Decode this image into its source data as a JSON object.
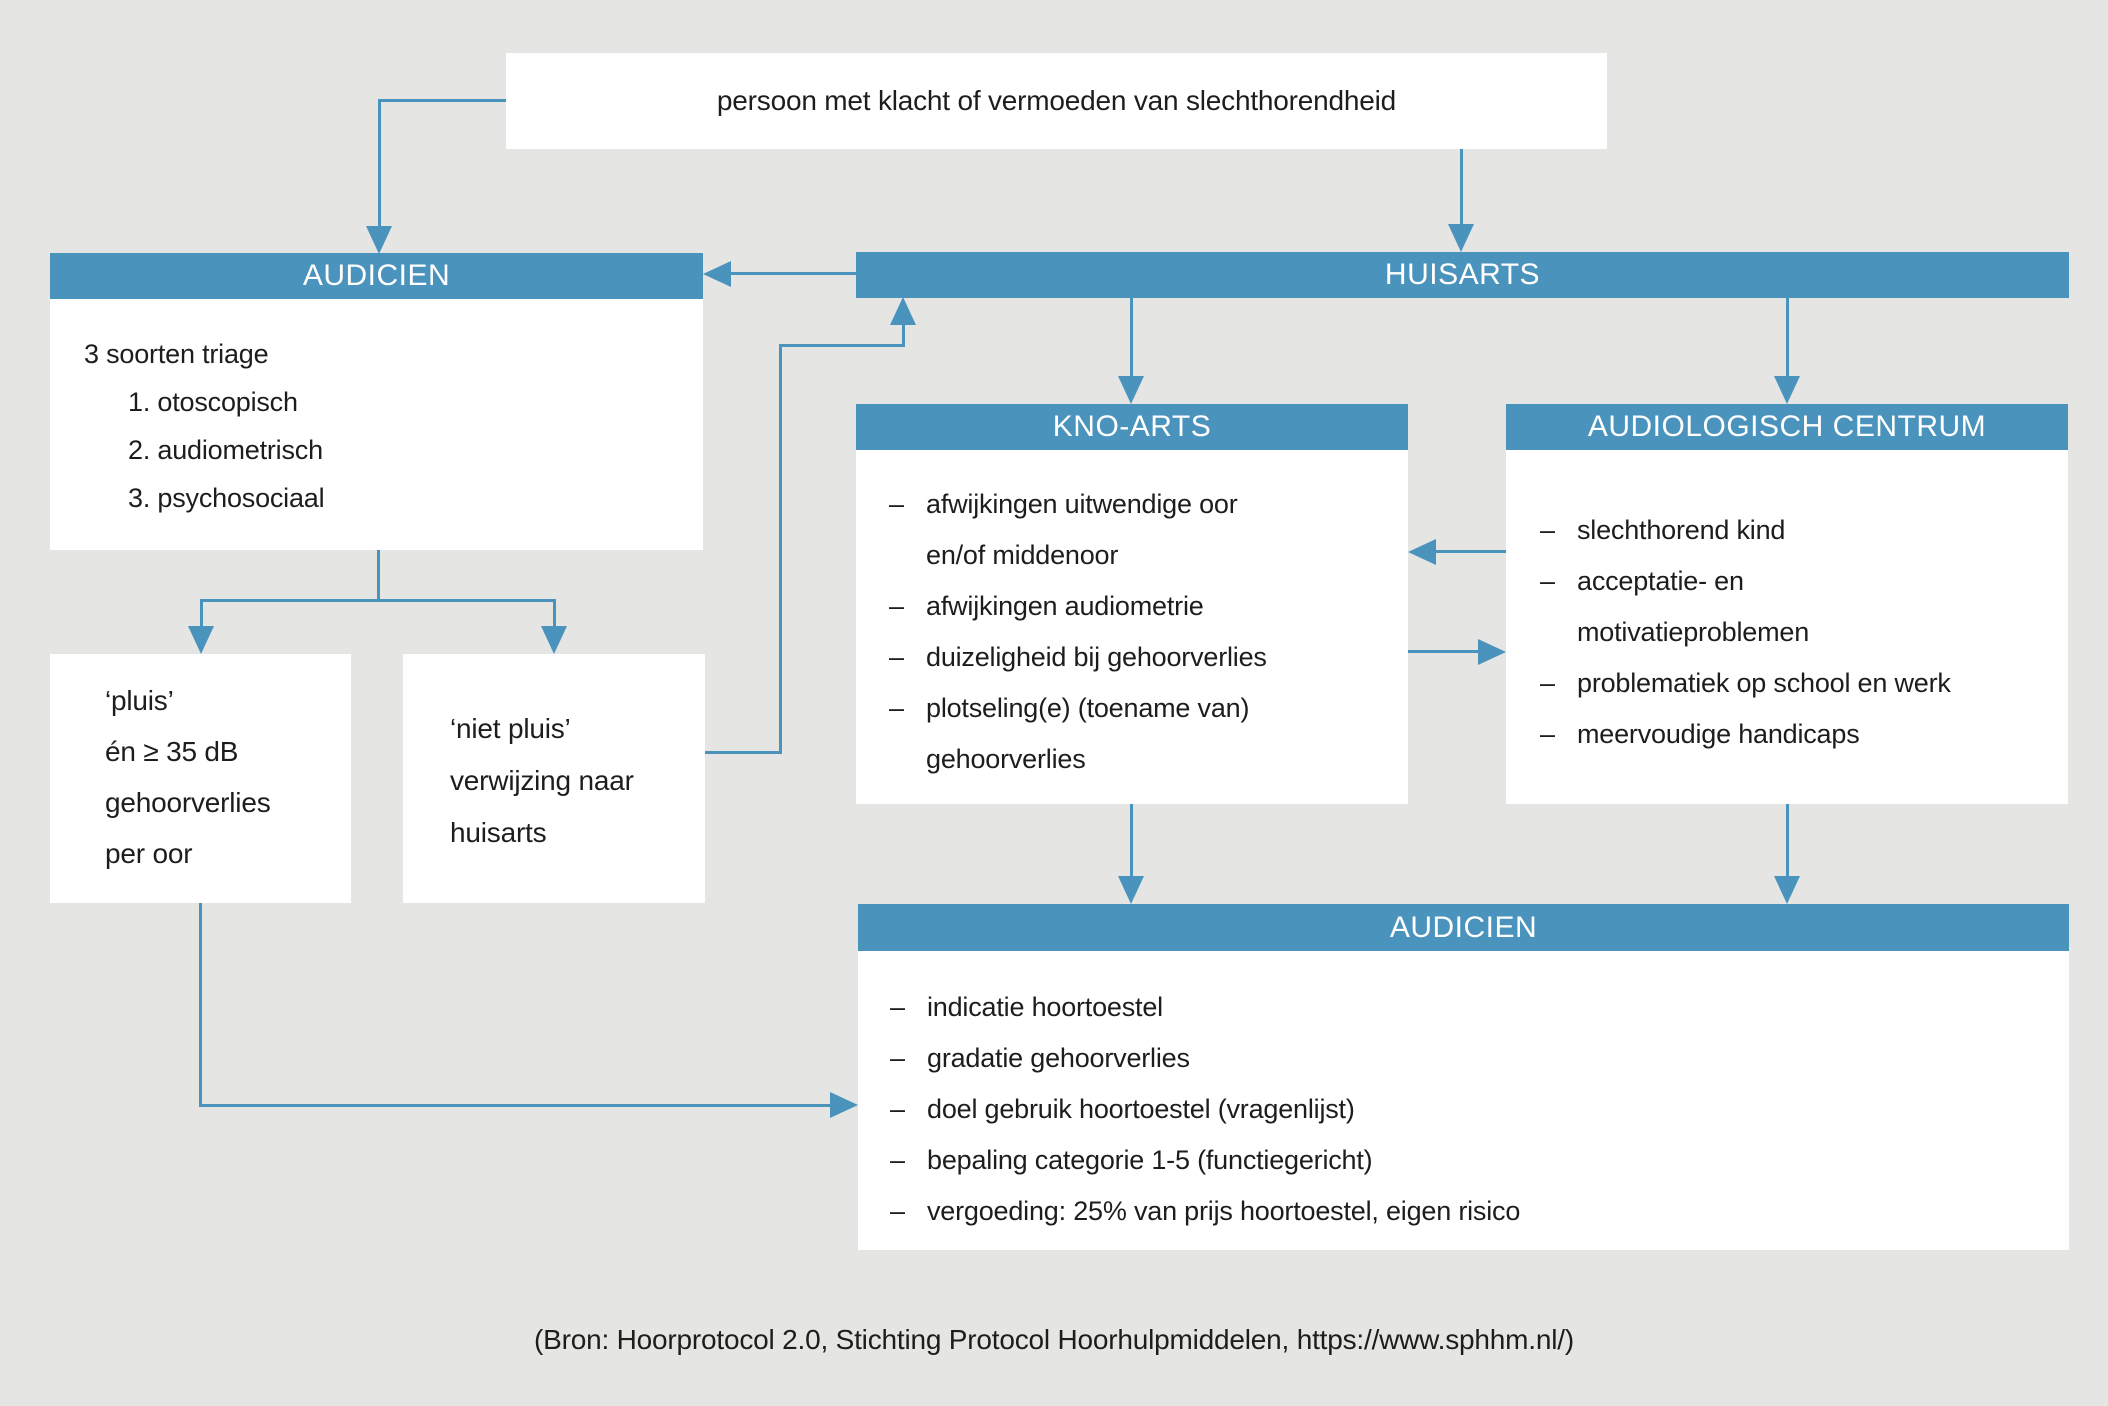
{
  "colors": {
    "accent_blue": "#4a93bd",
    "background_gray": "#e5e5e3",
    "box_white": "#ffffff",
    "text_black": "#1d1d1b"
  },
  "bullets": {
    "dash": "–"
  },
  "top_box": {
    "text": "persoon met klacht of vermoeden van slechthorendheid"
  },
  "audicien_triage": {
    "title": "AUDICIEN",
    "intro": "3 soorten triage",
    "items": [
      "1. otoscopisch",
      "2. audiometrisch",
      "3. psychosociaal"
    ]
  },
  "huisarts": {
    "title": "HUISARTS"
  },
  "kno_arts": {
    "title": "KNO-ARTS",
    "items": [
      "afwijkingen uitwendige oor\nen/of middenoor",
      "afwijkingen audiometrie",
      "duizeligheid bij gehoorverlies",
      "plotseling(e) (toename van)\ngehoorverlies"
    ]
  },
  "audiologisch_centrum": {
    "title": "AUDIOLOGISCH CENTRUM",
    "items": [
      "slechthorend kind",
      "acceptatie- en\nmotivatieproblemen",
      "problematiek op school en werk",
      "meervoudige handicaps"
    ]
  },
  "pluis": {
    "text": "‘pluis’\nén ≥ 35 dB\ngehoorverlies\nper oor"
  },
  "niet_pluis": {
    "text": "‘niet pluis’\nverwijzing naar\nhuisarts"
  },
  "audicien_bottom": {
    "title": "AUDICIEN",
    "items": [
      "indicatie hoortoestel",
      "gradatie gehoorverlies",
      "doel gebruik hoortoestel (vragenlijst)",
      "bepaling categorie 1-5 (functiegericht)",
      "vergoeding: 25% van prijs hoortoestel, eigen risico"
    ]
  },
  "caption": {
    "text": "(Bron: Hoorprotocol 2.0, Stichting Protocol Hoorhulpmiddelen, https://www.sphhm.nl/)"
  }
}
